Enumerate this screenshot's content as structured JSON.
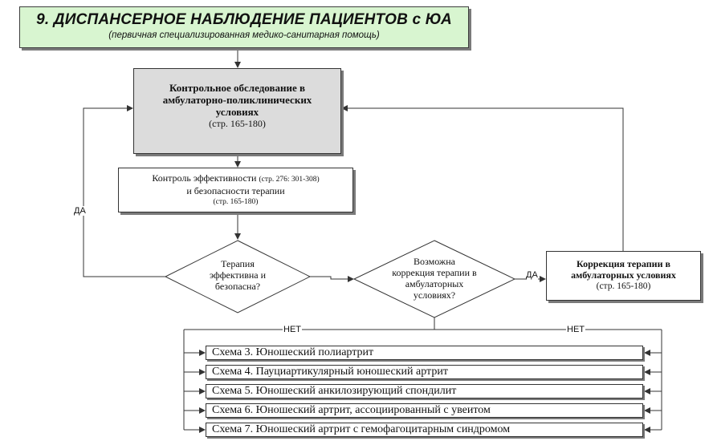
{
  "title": {
    "main": "9. ДИСПАНСЕРНОЕ НАБЛЮДЕНИЕ ПАЦИЕНТОВ с ЮА",
    "sub": "(первичная специализированная медико-санитарная помощь)"
  },
  "exam": {
    "line1": "Контрольное обследование в",
    "line2": "амбулаторно-поликлинических",
    "line3": "условиях",
    "pages": "(стр. 165-180)"
  },
  "control": {
    "line1": "Контроль эффективности",
    "line1_pages": "(стр. 276: 301-308)",
    "line2": "и безопасности терапии",
    "pages": "(стр. 165-180)"
  },
  "decision_effective": {
    "line1": "Терапия",
    "line2": "эффективна и",
    "line3": "безопасна?"
  },
  "decision_possible": {
    "line1": "Возможна",
    "line2": "коррекция терапии в",
    "line3": "амбулаторных",
    "line4": "условиях?"
  },
  "correction": {
    "line1": "Коррекция терапии в",
    "line2": "амбулаторных условиях",
    "pages": "(стр. 165-180)"
  },
  "labels": {
    "yes_left": "ДА",
    "yes_right": "ДА",
    "no_left": "НЕТ",
    "no_right": "НЕТ"
  },
  "schemes": [
    "Схема 3. Юношеский полиартрит",
    "Схема 4. Пауциартикулярный юношеский артрит",
    "Схема 5. Юношеский анкилозирующий спондилит",
    "Схема 6. Юношеский артрит, ассоциированный с увеитом",
    "Схема 7. Юношеский артрит с гемофагоцитарным синдромом"
  ],
  "colors": {
    "title_bg": "#d8f5d0",
    "exam_bg": "#dcdcdc",
    "line": "#333333"
  }
}
